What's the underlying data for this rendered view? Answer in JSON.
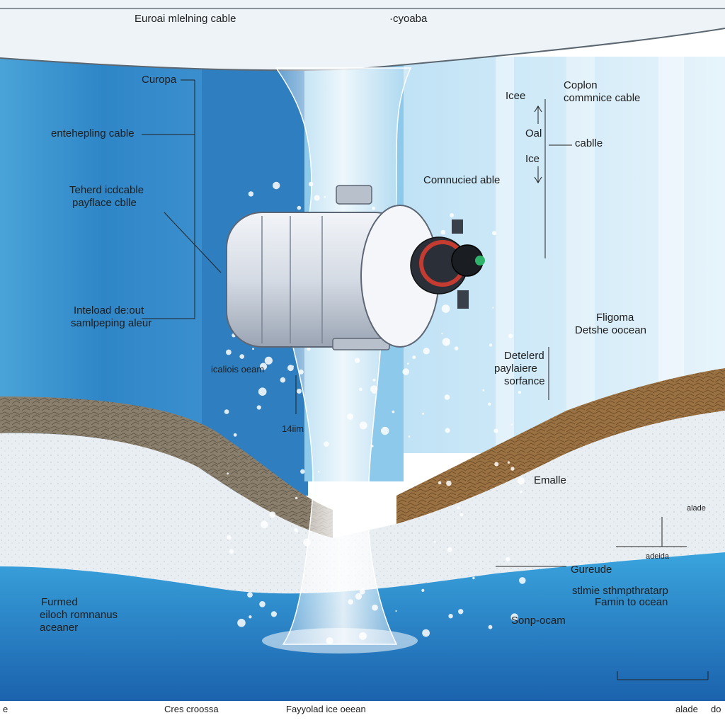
{
  "diagram": {
    "top_labels": {
      "left": "Euroai mlelning cable",
      "right": "·cyoaba"
    },
    "left_labels": {
      "europa": "Curopa",
      "entehe": "entehepling cable",
      "tehered_1": "Teherd icdcable",
      "tehered_2": "payflace cblle",
      "inteload_1": "Inteload de:out",
      "inteload_2": "samlpeping aleur",
      "icaloi": "icaliois oeam",
      "depth": "14iim"
    },
    "right_labels": {
      "coplon_1": "Coplon",
      "coplon_2": "commnice cable",
      "icee": "Icee",
      "oal": "Oal",
      "ice": "Ice",
      "cablle": "cablle",
      "comnucied": "Comnucied able",
      "fligoma_1": "Fligoma",
      "fligoma_2": "Detshe oocean",
      "detelerd_1": "Detelerd",
      "detelerd_2": "paylaiere",
      "detelerd_3": "sorfance",
      "emalle": "Emalle",
      "ticks_a": "alade",
      "ticks_b": "adeida",
      "gureude": "Gureude",
      "stlmie_1": "stlmie sthmpthratarp",
      "stlmie_2": "Famin to ocean",
      "sonp": "Sonp-ocam"
    },
    "bottom_left": {
      "l1": "Furmed",
      "l2": "eiloch romnanus",
      "l3": "aceaner"
    },
    "footer": {
      "a": "e",
      "b": "Cres croossa",
      "c": "Fayyolad  ice oeean",
      "d": "alade",
      "e": "do"
    },
    "colors": {
      "ice_surface": "#eef3f7",
      "deep_water": "#2e86c6",
      "mid_water": "#6fb5e0",
      "light_ice": "#d6ecf8",
      "rock_brown": "#8a6538",
      "rock_gray": "#7b7466",
      "ocean_bottom": "#1f6fb8",
      "probe_body": "#d9dee6"
    },
    "icons": [
      "probe-hull",
      "water-plume",
      "sediment-layer",
      "bubbles"
    ]
  }
}
